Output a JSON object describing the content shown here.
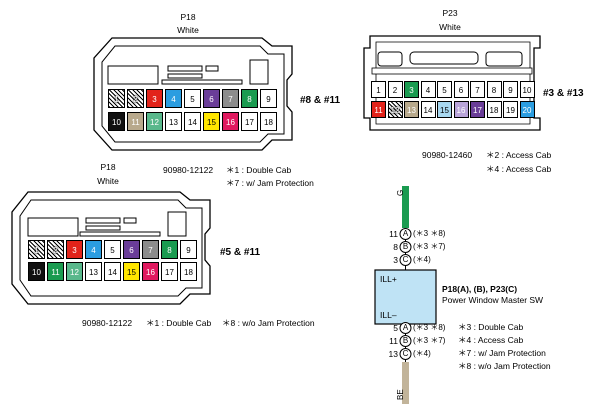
{
  "connectors": {
    "p18_top": {
      "name": "P18",
      "color_label": "White",
      "part_number": "90980-12122",
      "variant_label": "#8 & #11",
      "notes": [
        "＊1 : Double Cab",
        "＊7 : w/ Jam Protection"
      ],
      "row1": [
        {
          "n": "1",
          "hatched": true
        },
        {
          "n": "2",
          "hatched": true
        },
        {
          "n": "3",
          "color": "#e2231a",
          "text": "#ffffff"
        },
        {
          "n": "4",
          "color": "#2b9de0",
          "text": "#ffffff"
        },
        {
          "n": "5",
          "color": "#ffffff",
          "text": "#000000"
        },
        {
          "n": "6",
          "color": "#6a3d98",
          "text": "#ffffff"
        },
        {
          "n": "7",
          "color": "#8c8c8c",
          "text": "#ffffff"
        },
        {
          "n": "8",
          "color": "#1a9b50",
          "text": "#ffffff"
        },
        {
          "n": "9",
          "color": "#ffffff",
          "text": "#000000"
        }
      ],
      "row2": [
        {
          "n": "10",
          "color": "#111111",
          "text": "#ffffff"
        },
        {
          "n": "11",
          "color": "#b8a98c",
          "text": "#ffffff"
        },
        {
          "n": "12",
          "color": "#59b88c",
          "text": "#ffffff"
        },
        {
          "n": "13",
          "color": "#ffffff",
          "text": "#000000"
        },
        {
          "n": "14",
          "color": "#ffffff",
          "text": "#000000"
        },
        {
          "n": "15",
          "color": "#ffe600",
          "text": "#000000"
        },
        {
          "n": "16",
          "color": "#e0195f",
          "text": "#ffffff"
        },
        {
          "n": "17",
          "color": "#ffffff",
          "text": "#000000"
        },
        {
          "n": "18",
          "color": "#ffffff",
          "text": "#000000"
        }
      ]
    },
    "p18_bottom": {
      "name": "P18",
      "color_label": "White",
      "part_number": "90980-12122",
      "variant_label": "#5 & #11",
      "notes": [
        "＊1 : Double Cab",
        "＊8 : w/o Jam Protection"
      ],
      "row1": [
        {
          "n": "1",
          "hatched": true
        },
        {
          "n": "2",
          "hatched": true
        },
        {
          "n": "3",
          "color": "#e2231a",
          "text": "#ffffff"
        },
        {
          "n": "4",
          "color": "#2b9de0",
          "text": "#ffffff"
        },
        {
          "n": "5",
          "color": "#ffffff",
          "text": "#000000"
        },
        {
          "n": "6",
          "color": "#6a3d98",
          "text": "#ffffff"
        },
        {
          "n": "7",
          "color": "#8c8c8c",
          "text": "#ffffff"
        },
        {
          "n": "8",
          "color": "#1a9b50",
          "text": "#ffffff"
        },
        {
          "n": "9",
          "color": "#ffffff",
          "text": "#000000"
        }
      ],
      "row2": [
        {
          "n": "10",
          "color": "#111111",
          "text": "#ffffff"
        },
        {
          "n": "11",
          "color": "#1a9b50",
          "text": "#ffffff"
        },
        {
          "n": "12",
          "color": "#59b88c",
          "text": "#ffffff"
        },
        {
          "n": "13",
          "color": "#ffffff",
          "text": "#000000"
        },
        {
          "n": "14",
          "color": "#ffffff",
          "text": "#000000"
        },
        {
          "n": "15",
          "color": "#ffe600",
          "text": "#000000"
        },
        {
          "n": "16",
          "color": "#e0195f",
          "text": "#ffffff"
        },
        {
          "n": "17",
          "color": "#ffffff",
          "text": "#000000"
        },
        {
          "n": "18",
          "color": "#ffffff",
          "text": "#000000"
        }
      ]
    },
    "p23": {
      "name": "P23",
      "color_label": "White",
      "part_number": "90980-12460",
      "variant_label": "#3 & #13",
      "notes": [
        "＊2 : Access Cab",
        "＊4 : Access Cab"
      ],
      "row1": [
        {
          "n": "1",
          "color": "#ffffff",
          "text": "#000000"
        },
        {
          "n": "2",
          "color": "#ffffff",
          "text": "#000000"
        },
        {
          "n": "3",
          "color": "#1a9b50",
          "text": "#ffffff"
        },
        {
          "n": "4",
          "color": "#ffffff",
          "text": "#000000"
        },
        {
          "n": "5",
          "color": "#ffffff",
          "text": "#000000"
        },
        {
          "n": "6",
          "color": "#ffffff",
          "text": "#000000"
        },
        {
          "n": "7",
          "color": "#ffffff",
          "text": "#000000"
        },
        {
          "n": "8",
          "color": "#ffffff",
          "text": "#000000"
        },
        {
          "n": "9",
          "color": "#ffffff",
          "text": "#000000"
        },
        {
          "n": "10",
          "color": "#ffffff",
          "text": "#000000"
        }
      ],
      "row2": [
        {
          "n": "11",
          "color": "#e2231a",
          "text": "#ffffff"
        },
        {
          "n": "12",
          "hatched": true
        },
        {
          "n": "13",
          "color": "#b8a98c",
          "text": "#ffffff"
        },
        {
          "n": "14",
          "color": "#ffffff",
          "text": "#000000"
        },
        {
          "n": "15",
          "color": "#a8d8f0",
          "text": "#000000"
        },
        {
          "n": "16",
          "color": "#b9a4d9",
          "text": "#ffffff"
        },
        {
          "n": "17",
          "color": "#6a3d98",
          "text": "#ffffff"
        },
        {
          "n": "18",
          "color": "#ffffff",
          "text": "#000000"
        },
        {
          "n": "19",
          "color": "#ffffff",
          "text": "#000000"
        },
        {
          "n": "20",
          "color": "#2b9de0",
          "text": "#ffffff"
        }
      ]
    }
  },
  "component": {
    "title": "P18(A), (B), P23(C)",
    "subtitle": "Power Window Master SW",
    "ill_plus": "ILL+",
    "ill_minus": "ILL–",
    "wire_top_label": "G",
    "wire_bottom_label": "BE",
    "wire_top_color": "#1a9b50",
    "wire_bottom_color": "#c2b49a",
    "box_color": "#bfe3f5",
    "top_pins": [
      {
        "num": "11",
        "letter": "A",
        "note": "(＊3 ＊8)"
      },
      {
        "num": "8",
        "letter": "B",
        "note": "(＊3 ＊7)"
      },
      {
        "num": "3",
        "letter": "C",
        "note": "(＊4)"
      }
    ],
    "bottom_pins": [
      {
        "num": "5",
        "letter": "A",
        "note": "(＊3 ＊8)"
      },
      {
        "num": "11",
        "letter": "B",
        "note": "(＊3 ＊7)"
      },
      {
        "num": "13",
        "letter": "C",
        "note": "(＊4)"
      }
    ],
    "notes": [
      "＊3 : Double Cab",
      "＊4 : Access Cab",
      "＊7 : w/ Jam Protection",
      "＊8 : w/o Jam Protection"
    ]
  }
}
